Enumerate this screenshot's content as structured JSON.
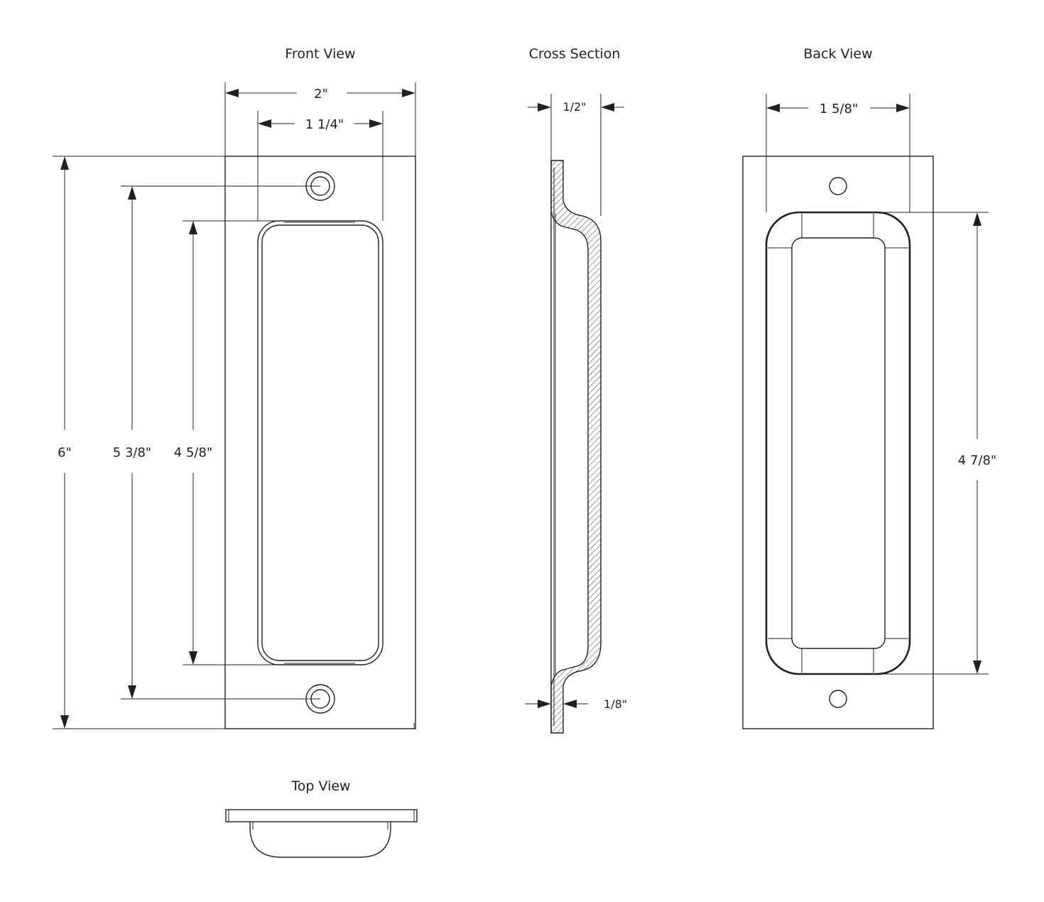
{
  "views": {
    "front": "Front View",
    "cross": "Cross Section",
    "back": "Back View",
    "top": "Top View"
  },
  "dimensions": {
    "front_width": "2\"",
    "front_inner_width": "1 1/4\"",
    "front_height": "6\"",
    "front_hole_spacing": "5 3/8\"",
    "front_cup_height": "4 5/8\"",
    "cross_depth": "1/2\"",
    "cross_thickness": "1/8\"",
    "back_width": "1 5/8\"",
    "back_cup_height": "4 7/8\""
  },
  "colors": {
    "ink": "#231f20",
    "paper": "#ffffff"
  }
}
